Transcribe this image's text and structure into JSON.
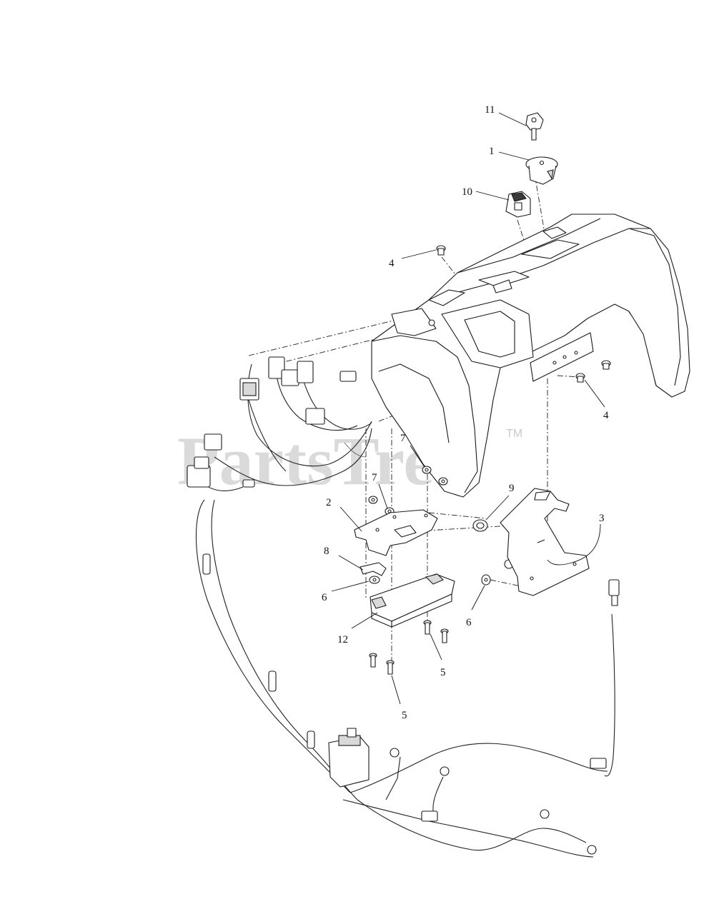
{
  "watermark": {
    "brand": "PartsTree",
    "trademark": "TM"
  },
  "callouts": {
    "c11": "11",
    "c1": "1",
    "c10": "10",
    "c4a": "4",
    "c4b": "4",
    "c7a": "7",
    "c7b": "7",
    "c9": "9",
    "c2": "2",
    "c3": "3",
    "c8": "8",
    "c6a": "6",
    "c6b": "6",
    "c12": "12",
    "c5a": "5",
    "c5b": "5"
  }
}
